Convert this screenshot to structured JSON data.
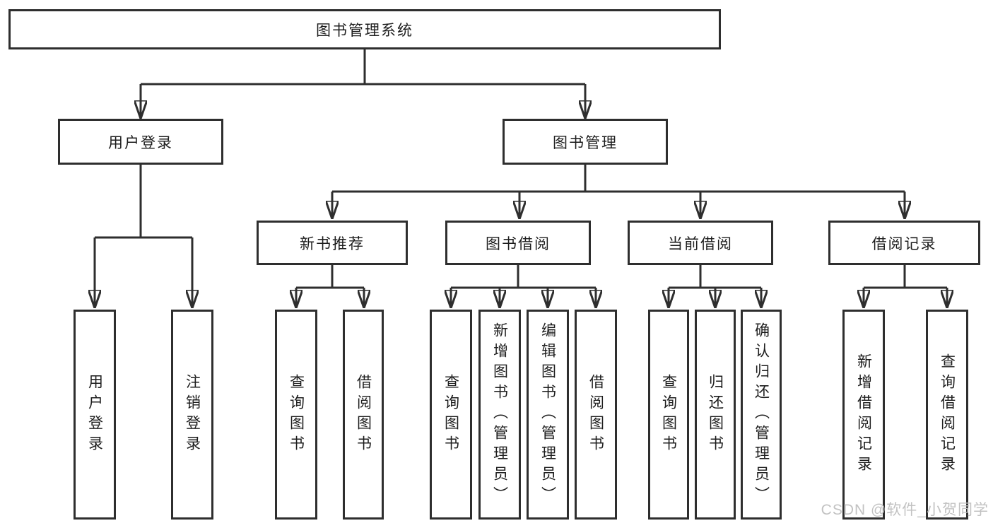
{
  "watermark": "CSDN @软件_小贺同学",
  "colors": {
    "line": "#2e2e2e",
    "text": "#1d1d1d",
    "watermark": "#c2c2c2",
    "background": "#ffffff"
  },
  "tree": {
    "label": "图书管理系统",
    "children": [
      {
        "label": "用户登录",
        "children": [
          {
            "label": "用户登录"
          },
          {
            "label": "注销登录"
          }
        ]
      },
      {
        "label": "图书管理",
        "children": [
          {
            "label": "新书推荐",
            "children": [
              {
                "label": "查询图书"
              },
              {
                "label": "借阅图书"
              }
            ]
          },
          {
            "label": "图书借阅",
            "children": [
              {
                "label": "查询图书"
              },
              {
                "label": "新增图书（管理员）"
              },
              {
                "label": "编辑图书（管理员）"
              },
              {
                "label": "借阅图书"
              }
            ]
          },
          {
            "label": "当前借阅",
            "children": [
              {
                "label": "查询图书"
              },
              {
                "label": "归还图书"
              },
              {
                "label": "确认归还（管理员）"
              }
            ]
          },
          {
            "label": "借阅记录",
            "children": [
              {
                "label": "新增借阅记录"
              },
              {
                "label": "查询借阅记录"
              }
            ]
          }
        ]
      }
    ]
  }
}
